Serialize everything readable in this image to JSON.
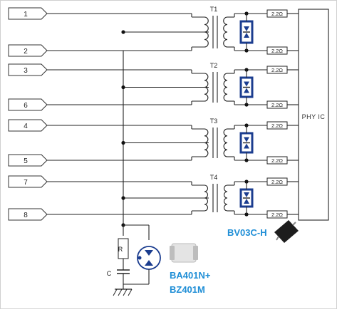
{
  "ports": [
    {
      "label": "1"
    },
    {
      "label": "2"
    },
    {
      "label": "3"
    },
    {
      "label": "6"
    },
    {
      "label": "4"
    },
    {
      "label": "5"
    },
    {
      "label": "7"
    },
    {
      "label": "8"
    }
  ],
  "transformers": [
    {
      "label": "T1"
    },
    {
      "label": "T2"
    },
    {
      "label": "T3"
    },
    {
      "label": "T4"
    }
  ],
  "resistor_label": "2.2Ω",
  "phy_label": "PHY IC",
  "r_label": "R",
  "c_label": "C",
  "parts": {
    "tvs_array": "BV03C-H",
    "gdt_1": "BA401N+",
    "gdt_2": "BZ401M"
  },
  "colors": {
    "part_label": "#1f8ed6",
    "tvs_body": "#1b3d8f",
    "gdt_symbol": "#1b3d8f"
  }
}
